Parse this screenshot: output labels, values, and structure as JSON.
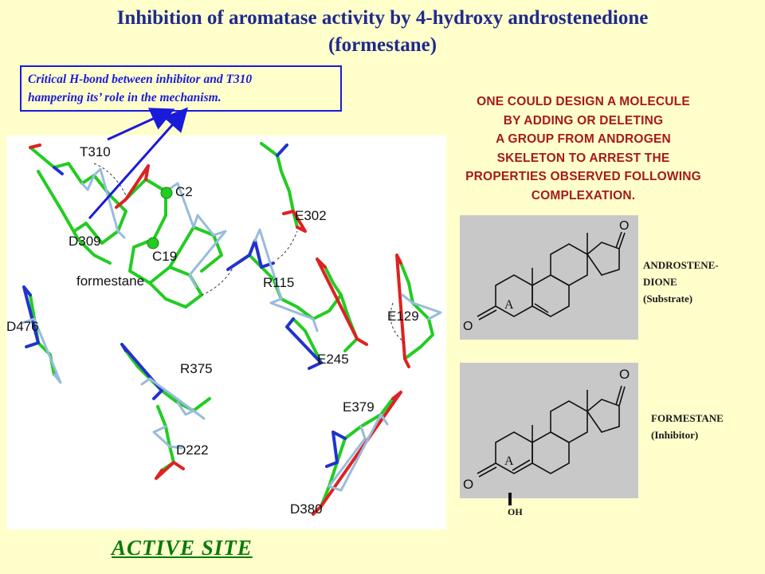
{
  "title": {
    "line1": "Inhibition of aromatase activity by 4-hydroxy androstenedione",
    "line2": "(formestane)"
  },
  "callout": {
    "line1": "Critical H-bond between inhibitor and T310",
    "line2": "hampering its’ role in the mechanism."
  },
  "design_note": [
    "ONE COULD DESIGN A MOLECULE",
    "BY  ADDING OR DELETING",
    "A GROUP FROM ANDROGEN",
    "SKELETON TO ARREST THE",
    "PROPERTIES  OBSERVED FOLLOWING",
    "COMPLEXATION."
  ],
  "active_site": {
    "caption": "ACTIVE  SITE",
    "residues": [
      "T310",
      "C2",
      "E302",
      "D309",
      "C19",
      "formestane",
      "R115",
      "D476",
      "E129",
      "E245",
      "R375",
      "E379",
      "D222",
      "D380"
    ]
  },
  "structures": {
    "substrate": {
      "line1": "ANDROSTENE-",
      "line2": "DIONE",
      "line3": "(Substrate)",
      "ring_label": "A",
      "atom_top": "O",
      "atom_left": "O"
    },
    "inhibitor": {
      "line1": "FORMESTANE",
      "line2": "(Inhibitor)",
      "ring_label": "A",
      "atom_top": "O",
      "atom_left": "O",
      "substituent": "OH"
    }
  },
  "colors": {
    "title": "#1f2a8c",
    "callout": "#1a1adb",
    "design": "#a51a1a",
    "active": "#0a7a0a",
    "carbon": "#22cc22",
    "oxygen": "#dd2222",
    "nitrogen": "#2233cc",
    "hydrogen": "#99bbdd"
  }
}
